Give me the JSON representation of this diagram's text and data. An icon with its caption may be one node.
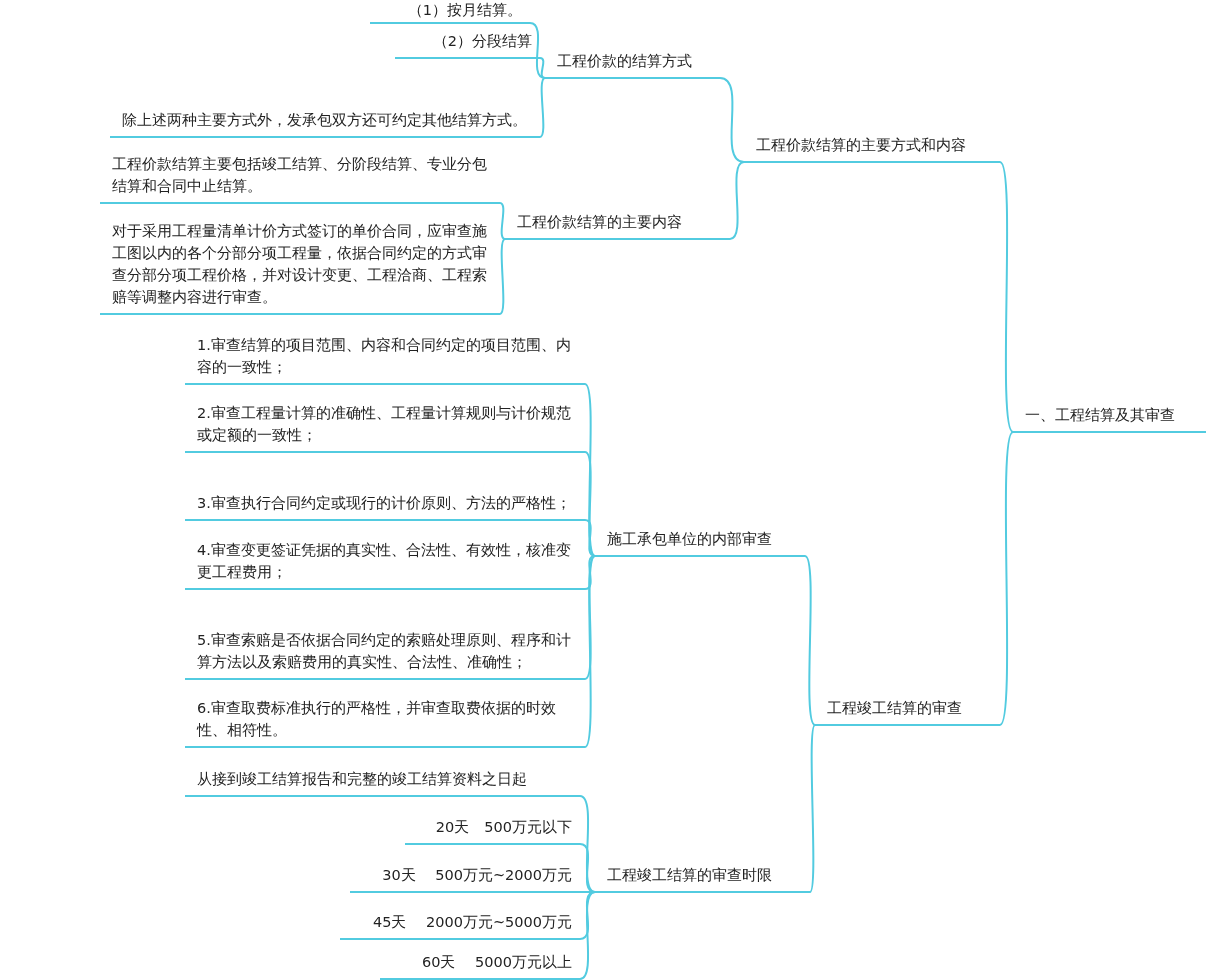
{
  "diagram": {
    "nodes": [
      {
        "text": [
          "一、工程结算及其审查"
        ]
      },
      {
        "text": [
          "工程价款结算的主要方式和内容"
        ]
      },
      {
        "text": [
          "工程价款的结算方式"
        ]
      },
      {
        "text": [
          "（1）按月结算。"
        ]
      },
      {
        "text": [
          "（2）分段结算"
        ]
      },
      {
        "text": [
          "除上述两种主要方式外，发承包双方还可约定其他结算方式。"
        ]
      },
      {
        "text": [
          "工程价款结算的主要内容"
        ]
      },
      {
        "text": [
          "工程价款结算主要包括竣工结算、分阶段结算、专业分包结算和合同中止结算。"
        ]
      },
      {
        "text": [
          "对于采用工程量清单计价方式签订的单价合同，应审查施工图以内的各个分部分项工程量，依据合同约定的方式审查分部分项工程价格，并对设计变更、工程洽商、工程索赔等调整内容进行审查。"
        ]
      },
      {
        "text": [
          "工程竣工结算的审查"
        ]
      },
      {
        "text": [
          "施工承包单位的内部审查"
        ]
      },
      {
        "text": [
          "1.审查结算的项目范围、内容和合同约定的项目范围、内容的一致性；"
        ]
      },
      {
        "text": [
          "2.审查工程量计算的准确性、工程量计算规则与计价规范或定额的一致性；"
        ]
      },
      {
        "text": [
          "3.审查执行合同约定或现行的计价原则、方法的严格性；"
        ]
      },
      {
        "text": [
          "4.审查变更签证凭据的真实性、合法性、有效性，核准变更工程费用；"
        ]
      },
      {
        "text": [
          "5.审查索赔是否依据合同约定的索赔处理原则、程序和计算方法以及索赔费用的真实性、合法性、准确性；"
        ]
      },
      {
        "text": [
          "6.审查取费标准执行的严格性，并审查取费依据的时效性、相符性。"
        ]
      },
      {
        "text": [
          "工程竣工结算的审查时限"
        ]
      },
      {
        "text": [
          "从接到竣工结算报告和完整的竣工结算资料之日起"
        ]
      },
      {
        "text": [
          "20天　500万元以下"
        ]
      },
      {
        "text": [
          "30天　 500万元~2000万元"
        ]
      },
      {
        "text": [
          "45天　 2000万元~5000万元"
        ]
      },
      {
        "text": [
          "60天　 5000万元以上"
        ]
      }
    ],
    "edges": [
      {
        "from": 0,
        "to": 1,
        "arrow": "none"
      },
      {
        "from": 1,
        "to": 2,
        "arrow": "none"
      },
      {
        "from": 2,
        "to": 3,
        "arrow": "none"
      },
      {
        "from": 2,
        "to": 4,
        "arrow": "none"
      },
      {
        "from": 2,
        "to": 5,
        "arrow": "none"
      },
      {
        "from": 1,
        "to": 6,
        "arrow": "none"
      },
      {
        "from": 6,
        "to": 7,
        "arrow": "none"
      },
      {
        "from": 6,
        "to": 8,
        "arrow": "none"
      },
      {
        "from": 0,
        "to": 9,
        "arrow": "none"
      },
      {
        "from": 9,
        "to": 10,
        "arrow": "none"
      },
      {
        "from": 10,
        "to": 11,
        "arrow": "none"
      },
      {
        "from": 10,
        "to": 12,
        "arrow": "none"
      },
      {
        "from": 10,
        "to": 13,
        "arrow": "none"
      },
      {
        "from": 10,
        "to": 14,
        "arrow": "none"
      },
      {
        "from": 10,
        "to": 15,
        "arrow": "none"
      },
      {
        "from": 10,
        "to": 16,
        "arrow": "none"
      },
      {
        "from": 9,
        "to": 17,
        "arrow": "none"
      },
      {
        "from": 17,
        "to": 18,
        "arrow": "none"
      },
      {
        "from": 17,
        "to": 19,
        "arrow": "none"
      },
      {
        "from": 17,
        "to": 20,
        "arrow": "none"
      },
      {
        "from": 17,
        "to": 21,
        "arrow": "none"
      },
      {
        "from": 17,
        "to": 22,
        "arrow": "none"
      }
    ]
  }
}
